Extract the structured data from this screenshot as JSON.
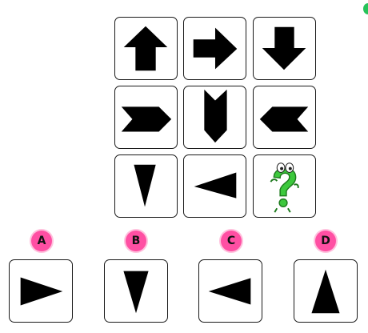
{
  "puzzle": {
    "grid": [
      [
        "arrow-up-icon",
        "arrow-right-icon",
        "arrow-down-icon"
      ],
      [
        "chevron-right-icon",
        "chevron-down-icon",
        "chevron-left-icon"
      ],
      [
        "triangle-down-icon",
        "triangle-left-icon",
        "question-mark-icon"
      ]
    ],
    "shape_color": "#000000",
    "question_color": "#3cc83c"
  },
  "options": [
    {
      "label": "A",
      "icon": "triangle-right-icon"
    },
    {
      "label": "B",
      "icon": "triangle-down-icon"
    },
    {
      "label": "C",
      "icon": "triangle-left-icon"
    },
    {
      "label": "D",
      "icon": "triangle-up-icon"
    }
  ],
  "badge_color": "#ff4fa3"
}
